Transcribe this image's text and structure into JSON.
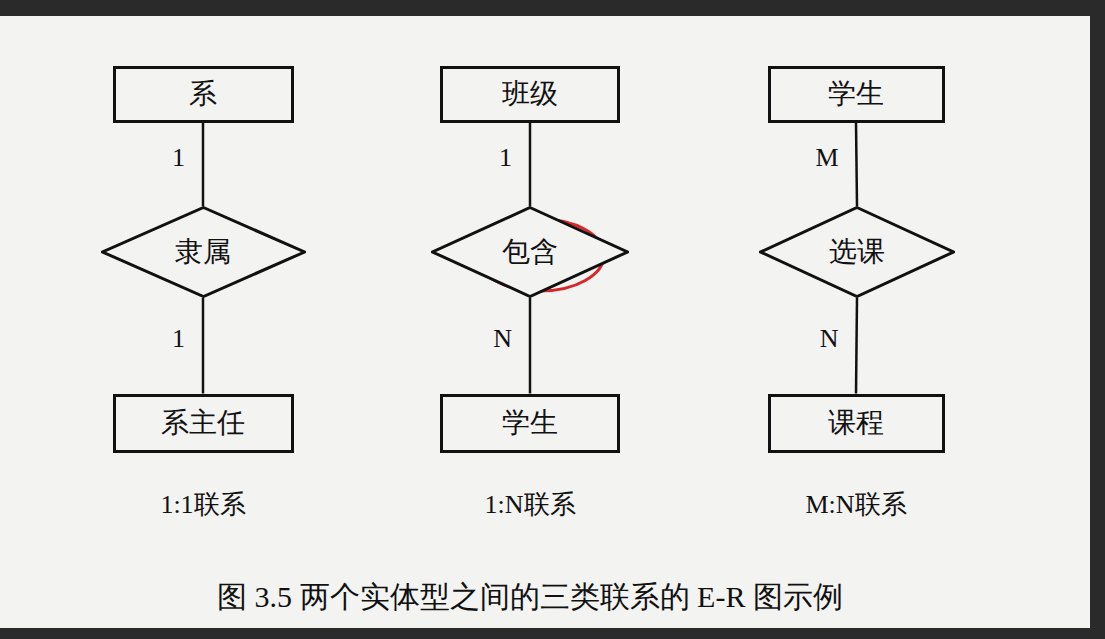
{
  "diagram": {
    "caption": "图 3.5 两个实体型之间的三类联系的 E-R 图示例",
    "nodes": [
      {
        "text": [
          "系"
        ]
      },
      {
        "text": [
          "班级"
        ]
      },
      {
        "text": [
          "学生"
        ]
      },
      {
        "text": [
          "隶属"
        ]
      },
      {
        "text": [
          "包含"
        ]
      },
      {
        "text": [
          "选课"
        ]
      },
      {
        "text": [
          "系主任"
        ]
      },
      {
        "text": [
          "学生"
        ]
      },
      {
        "text": [
          "课程"
        ]
      }
    ],
    "edges": [
      {
        "from": 0,
        "to": 3,
        "arrow": "none",
        "label": "1"
      },
      {
        "from": 3,
        "to": 6,
        "arrow": "none",
        "label": "1"
      },
      {
        "from": 1,
        "to": 4,
        "arrow": "none",
        "label": "1"
      },
      {
        "from": 4,
        "to": 7,
        "arrow": "none",
        "label": "N"
      },
      {
        "from": 2,
        "to": 5,
        "arrow": "none",
        "label": "M"
      },
      {
        "from": 5,
        "to": 8,
        "arrow": "none",
        "label": "N"
      }
    ],
    "labels": [
      "1:1联系",
      "1:N联系",
      "M:N联系"
    ]
  }
}
